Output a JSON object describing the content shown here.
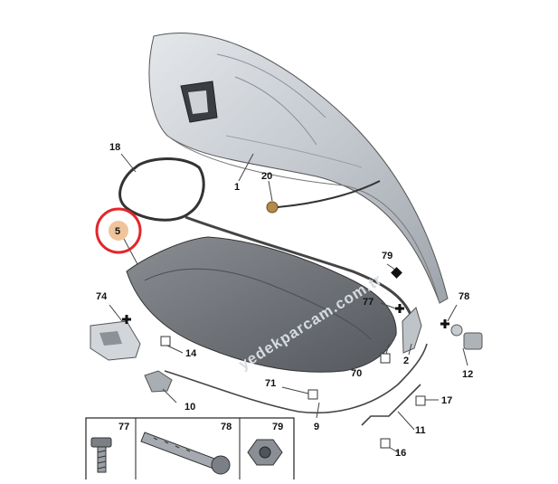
{
  "labels": {
    "l1": "1",
    "l2": "2",
    "l5": "5",
    "l9": "9",
    "l10": "10",
    "l11": "11",
    "l12": "12",
    "l14": "14",
    "l16": "16",
    "l17": "17",
    "l18": "18",
    "l20": "20",
    "l70": "70",
    "l71": "71",
    "l74": "74",
    "l77": "77",
    "l78": "78",
    "l79": "79"
  },
  "legend": {
    "c77": "77",
    "c78": "78",
    "c79": "79"
  },
  "watermark": "yedekparcam.com.tr",
  "colors": {
    "hood": "#c9ced4",
    "liner": "#6b6f74",
    "highlight": "#e2262c",
    "badge": "#f0c49a"
  },
  "icons": [
    "plus-marker-icon",
    "diamond-marker-icon",
    "square-marker-icon"
  ]
}
